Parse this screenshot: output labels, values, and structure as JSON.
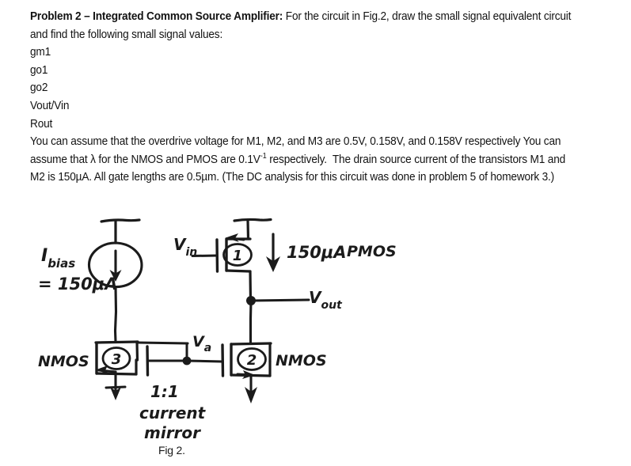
{
  "document": {
    "problem": {
      "heading": "Problem 2 – Integrated Common Source Amplifier:",
      "intro": " For the circuit in Fig.2, draw the small signal equivalent circuit and find the following small signal values:",
      "requested_values": [
        "gm1",
        "go1",
        "go2",
        "Vout/Vin",
        "Rout"
      ],
      "assumption_line_1": "You can assume that the overdrive voltage for M1, M2, and M3 are 0.5V, 0.158V, and 0.158V respectively You can assume that ",
      "lambda_symbol": "λ",
      "assumption_line_2a": " for the NMOS and PMOS are 0.1V",
      "lambda_exponent": "-1",
      "assumption_line_2b": " respectively.  The drain source current of the transistors M1 and M2 is 150µA. All gate lengths are 0.5µm. (The DC analysis for this circuit was done in problem 5 of homework 3.)"
    },
    "figure": {
      "caption": "Fig 2.",
      "labels": {
        "ibias_name": "I",
        "ibias_sub": "bias",
        "ibias_value": "= 150μA",
        "vin": "V",
        "vin_sub": "in",
        "vout": "V",
        "vout_sub": "out",
        "va": "V",
        "va_sub": "a",
        "pmos_current": "150μA",
        "pmos_type": "PMOS",
        "nmos_left_type": "NMOS",
        "nmos_right_type": "NMOS",
        "mirror_ratio": "1:1",
        "mirror_line1": "current",
        "mirror_line2": "mirror",
        "device_m1": "1",
        "device_m2": "2",
        "device_m3": "3"
      }
    }
  },
  "colors": {
    "ink": "#1b1b1b",
    "text": "#131313",
    "background": "#ffffff"
  }
}
